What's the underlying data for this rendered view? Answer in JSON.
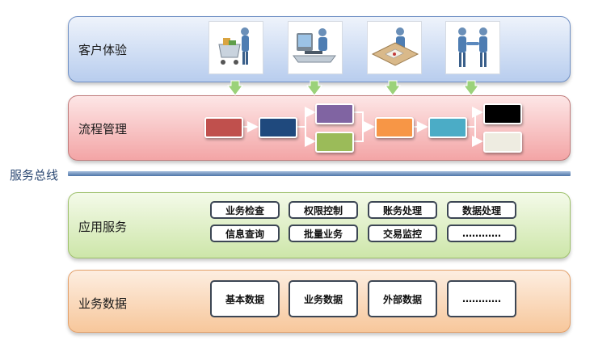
{
  "bus": {
    "label": "服务总线"
  },
  "layers": {
    "customer": {
      "title": "客户体验"
    },
    "process": {
      "title": "流程管理"
    },
    "app": {
      "title": "应用服务",
      "services": [
        "业务检查",
        "权限控制",
        "账务处理",
        "数据处理",
        "信息查询",
        "批量业务",
        "交易监控",
        "…………"
      ]
    },
    "data": {
      "title": "业务数据",
      "items": [
        "基本数据",
        "业务数据",
        "外部数据",
        "…………"
      ]
    }
  },
  "process_colors": [
    "#c0504d",
    "#1f497d",
    "#8064a2",
    "#9bbb59",
    "#f79646",
    "#4bacc6",
    "#000000",
    "#eeece1"
  ]
}
